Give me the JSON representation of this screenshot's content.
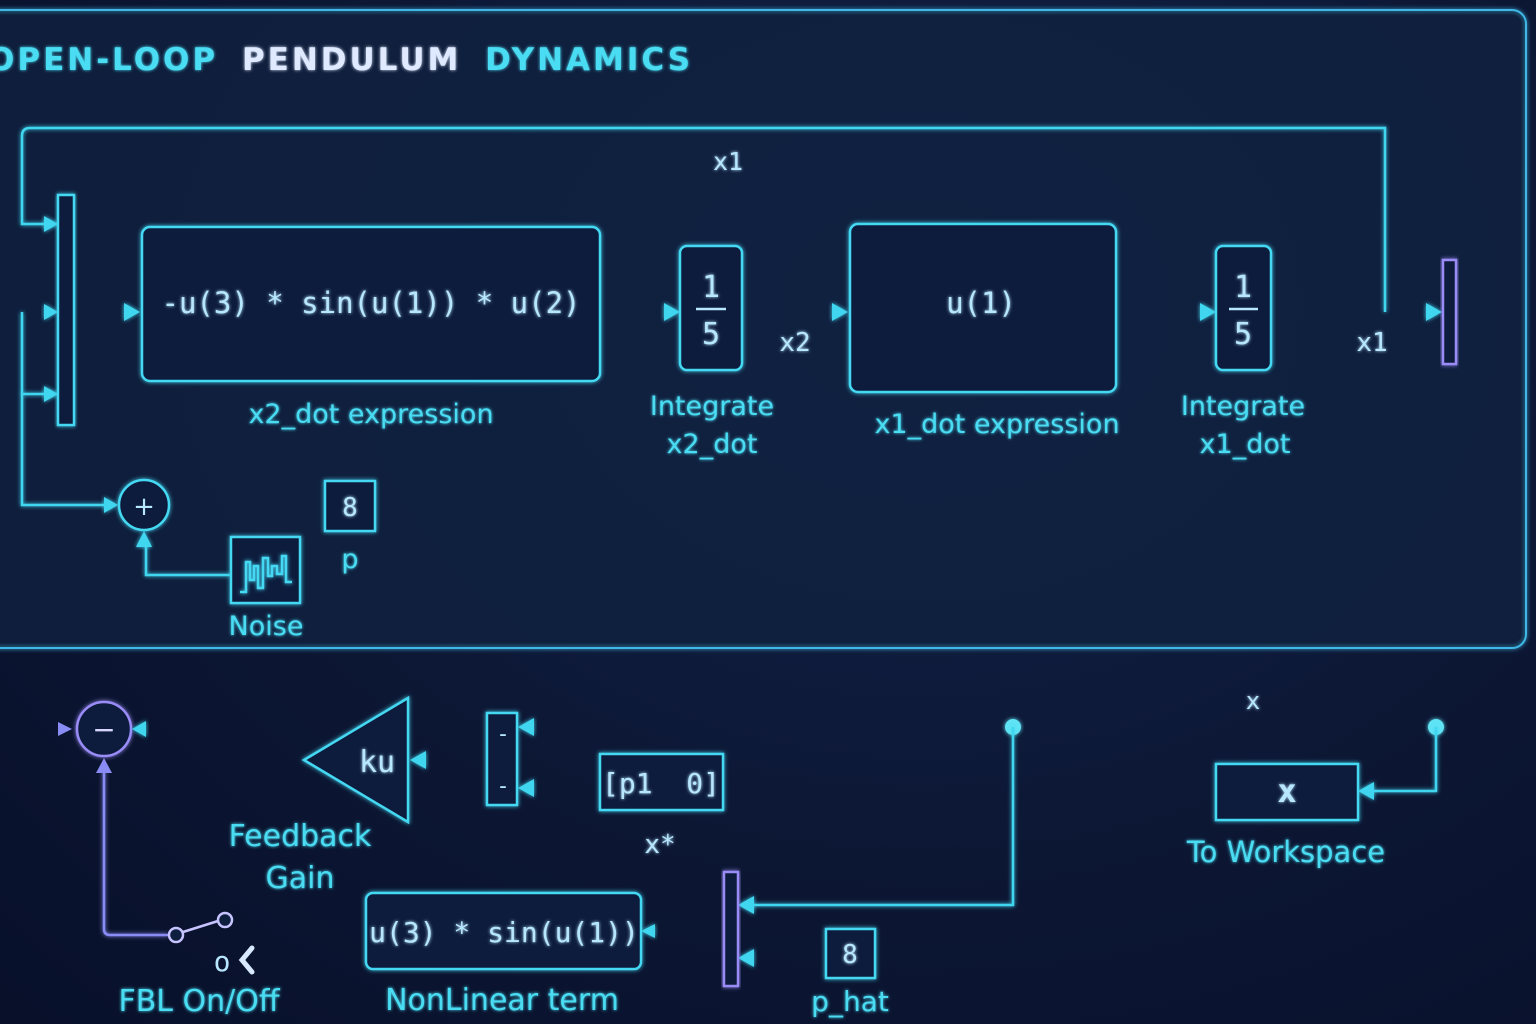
{
  "title": {
    "part1": "OPEN-LOOP",
    "part2": "PENDULUM",
    "part3": "DYNAMICS"
  },
  "top": {
    "signal_x1_top": "x1",
    "signal_x2": "x2",
    "signal_x1_right": "x1",
    "x2dot_block": {
      "text": "-u(3) * sin(u(1)) * u(2)",
      "label": "x2_dot expression"
    },
    "integrator1": {
      "num": "1",
      "den": "5",
      "label_line1": "Integrate",
      "label_line2": "x2_dot"
    },
    "x1dot_block": {
      "text": "u(1)",
      "label": "x1_dot expression"
    },
    "integrator2": {
      "num": "1",
      "den": "5",
      "label_line1": "Integrate",
      "label_line2": "x1_dot"
    },
    "sum_sign": "+",
    "constant_p": {
      "value": "8",
      "label": "p"
    },
    "noise": {
      "label": "Noise"
    }
  },
  "bottom": {
    "signal_x": "x",
    "sum_sign": "−",
    "gain": {
      "text": "ku",
      "label_line1": "Feedback",
      "label_line2": "Gain"
    },
    "mux_signs": [
      "-",
      "-"
    ],
    "xstar": {
      "value": "[p1  0]",
      "label": "x*"
    },
    "to_workspace": {
      "value": "x",
      "label": "To Workspace"
    },
    "switch": {
      "state": "o",
      "label": "FBL On/Off"
    },
    "nonlinear": {
      "text": "u(3) * sin(u(1))",
      "label": "NonLinear term"
    },
    "p_hat": {
      "value": "8",
      "label": "p_hat"
    }
  },
  "colors": {
    "background": "#0b1530",
    "cyan": "#45d8f2",
    "violet": "#9a8cf7"
  }
}
